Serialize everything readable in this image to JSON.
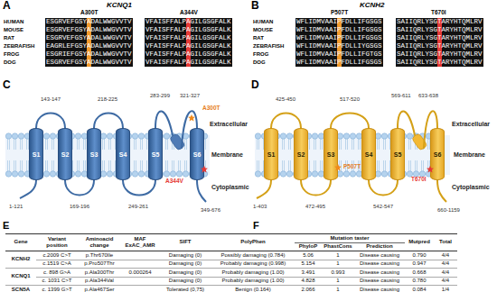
{
  "diagram": {
    "nodes": [
      {
        "text": [
          "S1"
        ]
      },
      {
        "text": [
          "S2"
        ]
      },
      {
        "text": [
          "S3"
        ]
      },
      {
        "text": [
          "S4"
        ]
      },
      {
        "text": [
          "S5"
        ]
      },
      {
        "text": [
          "S6"
        ]
      },
      {
        "text": [
          "S1"
        ]
      },
      {
        "text": [
          "S2"
        ]
      },
      {
        "text": [
          "S3"
        ]
      },
      {
        "text": [
          "S4"
        ]
      },
      {
        "text": [
          "S5"
        ]
      },
      {
        "text": [
          "S6"
        ]
      }
    ],
    "edges": [
      {
        "from": 0,
        "to": 1,
        "arrow": "none"
      },
      {
        "from": 1,
        "to": 2,
        "arrow": "none"
      },
      {
        "from": 2,
        "to": 3,
        "arrow": "none"
      },
      {
        "from": 3,
        "to": 4,
        "arrow": "none"
      },
      {
        "from": 4,
        "to": 5,
        "arrow": "none"
      },
      {
        "from": 6,
        "to": 7,
        "arrow": "none"
      },
      {
        "from": 7,
        "to": 8,
        "arrow": "none"
      },
      {
        "from": 8,
        "to": 9,
        "arrow": "none"
      },
      {
        "from": 9,
        "to": 10,
        "arrow": "none"
      },
      {
        "from": 10,
        "to": 11,
        "arrow": "none"
      }
    ],
    "labels": [
      "A",
      "KCNQ1",
      "A300T",
      "A344V",
      "HUMAN",
      "MOUSE",
      "RAT",
      "ZEBRAFISH",
      "FROG",
      "DOG",
      "ESGRVEFGSYADALWWGVVTV",
      "ESGRVEFGSYADALWWGVVTV",
      "ESGRVEFGSYADALWWGVVTV",
      "EAGRLEFGSYADALWWGVVTV",
      "ESGRIEFGSYADALWWGVVTV",
      "ESGRVEFGSYADALWWGVVTV",
      "VFAISFFALPAGILGSGFALK",
      "VFAISFFALPAGILGSGFALK",
      "VFAISFFALPAGILGSGFALK",
      "VFAISFFALPAGILGSGFALK",
      "VFAISFFALPAGILGSGFALK",
      "VFAISFFALPAGILGSGFALK",
      "B",
      "KCNH2",
      "P507T",
      "T670I",
      "HUMAN",
      "MOUSE",
      "RAT",
      "ZEBRAFISH",
      "FROG",
      "DOG",
      "WFLIDMVAAIPFDLLIFGSGS",
      "WFLIDMVAAIPFDLLIFGSGS",
      "WFLIDMVAAIPFDLLIFGSGS",
      "WFLIDMVAAIPFDLLIYGSGS",
      "WFLIDMVAAIPFDLLIFGTGS",
      "WFLIDMVAAIPFDLLIFGSGS",
      "SAIIQRLYSGTARYHTQMLRV",
      "SAIIQRLYSGTARYHTQMLRV",
      "SAIIQRLYSGTARYHTQMLRV",
      "SAIIQRLYSGTARYHTQMLRV",
      "SAIIQRLYSGTARYHTQMLRV",
      "SAIIQRLYSGTARYHTQMLRV",
      "C",
      "143-147",
      "218-225",
      "283-299",
      "321-327",
      "1-121",
      "169-196",
      "249-261",
      "349-676",
      "Extracellular",
      "Membrane",
      "Cytoplasmic",
      "A300T",
      "A344V",
      "D",
      "425-450",
      "517-520",
      "569-611",
      "633-638",
      "1-403",
      "472-495",
      "542-547",
      "660-1159",
      "Extracellular",
      "Membrane",
      "Cytoplasmic",
      "P507T",
      "T670I",
      "E",
      "F",
      "Gene",
      "Variant position",
      "Aminoacid change",
      "MAF ExAC_AMR",
      "SIFT",
      "PolyPhen",
      "Mutation taster",
      "Mutpred",
      "Total",
      "PhyloP",
      "PhastCons",
      "Prediction",
      "KCNH2",
      "c.2009 C>T",
      "p.Thr670Ile",
      "Damaging (0)",
      "Possibly damaging (0.784)",
      "5.06",
      "1",
      "Disease causing",
      "0.790",
      "4/4",
      "c.1519 C>A",
      "p.Pro507Thr",
      "Damaging (0)",
      "Probably damaging (0.998)",
      "5.154",
      "1",
      "Disease causing",
      "0.947",
      "4/4",
      "KCNQ1",
      "c. 898 G>A",
      "p.Ala300Thr",
      "0.000264",
      "Damaging (0)",
      "Probably damaging (1.00)",
      "3.491",
      "0.993",
      "Disease causing",
      "0.668",
      "4/4",
      "c. 1031 C>T",
      "p.Ala344Val",
      "Damaging (0)",
      "Probably damaging (1.00)",
      "4.828",
      "1",
      "Disease causing",
      "0.780",
      "4/4",
      "SCN5A",
      "c. 1399 G>T",
      "p.Ala467Ser",
      "Tolerated (0,75)",
      "Benign (0.164)",
      "2.066",
      "1",
      "Disease causing",
      "0.084",
      "1/4"
    ]
  }
}
